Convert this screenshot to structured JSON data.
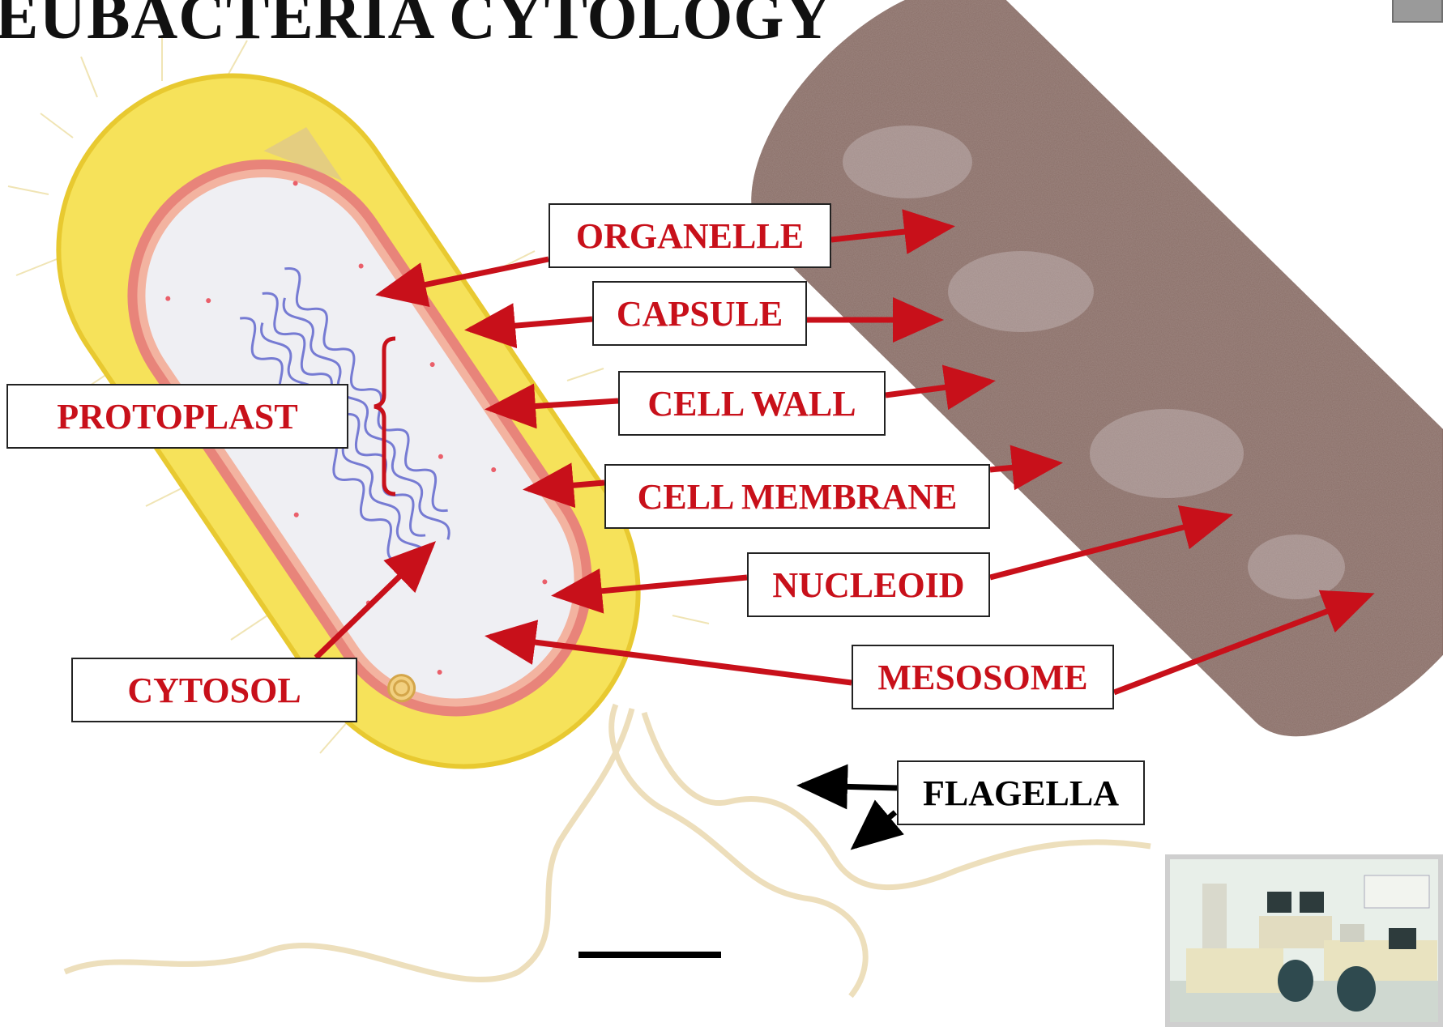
{
  "title": "EUBACTERIA CYTOLOGY",
  "labels": {
    "organelle": "ORGANELLE",
    "capsule": "CAPSULE",
    "cell_wall": "CELL WALL",
    "cell_membrane": "CELL MEMBRANE",
    "nucleoid": "NUCLEOID",
    "mesosome": "MESOSOME",
    "protoplast": "PROTOPLAST",
    "cytosol": "CYTOSOL",
    "flagella": "FLAGELLA"
  },
  "colors": {
    "label_red": "#c8101a",
    "arrow_red": "#c8101a",
    "capsule_yellow": "#f6e25a",
    "cell_wall_pink": "#e8847a",
    "nucleoid_blue": "#6a6fd0",
    "micrograph_brown": "#8a6f68"
  }
}
